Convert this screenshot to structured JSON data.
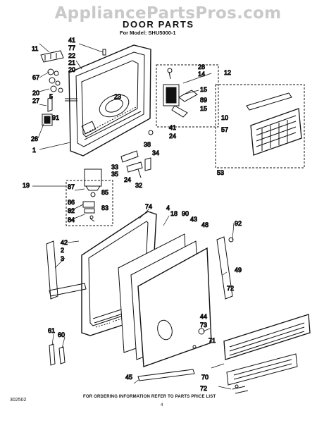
{
  "watermark": "AppliancePartsPros.com",
  "title": "DOOR PARTS",
  "model_line": "For Model: SHU5000-1",
  "footer_note": "FOR ORDERING INFORMATION REFER TO PARTS PRICE LIST",
  "diagram_code": "302502",
  "page_number": "4",
  "callouts": [
    "11",
    "41",
    "77",
    "22",
    "21",
    "20",
    "67",
    "20",
    "27",
    "5",
    "91",
    "26",
    "1",
    "23",
    "28",
    "14",
    "12",
    "15",
    "89",
    "15",
    "10",
    "57",
    "53",
    "41",
    "24",
    "38",
    "34",
    "33",
    "35",
    "24",
    "32",
    "19",
    "87",
    "85",
    "86",
    "82",
    "83",
    "84",
    "74",
    "4",
    "18",
    "90",
    "43",
    "48",
    "92",
    "42",
    "2",
    "3",
    "49",
    "72",
    "44",
    "73",
    "71",
    "61",
    "60",
    "45",
    "70",
    "72"
  ]
}
